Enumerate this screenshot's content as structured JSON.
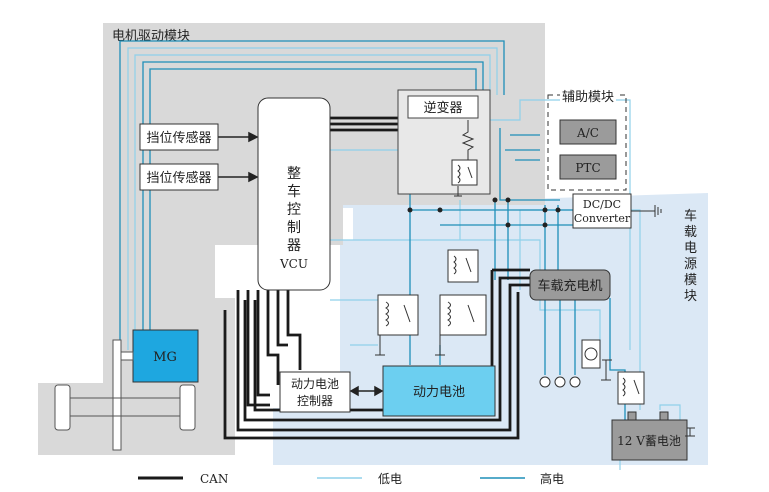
{
  "regions": {
    "motor_drive": "电机驱动模块",
    "aux": "辅助模块",
    "onboard_power": "车载电源模块"
  },
  "components": {
    "gear_sensor_1": "挡位传感器",
    "gear_sensor_2": "挡位传感器",
    "vcu_name": "整车控制器",
    "vcu_abbr": "VCU",
    "inverter": "逆变器",
    "ac": "A/C",
    "ptc": "PTC",
    "dcdc_line1": "DC/DC",
    "dcdc_line2": "Converter",
    "charger": "车载充电机",
    "mg": "MG",
    "bms_line1": "动力电池",
    "bms_line2": "控制器",
    "battery": "动力电池",
    "battery_12v": "12 V蓄电池"
  },
  "legend": [
    {
      "label": "CAN",
      "color": "#1a1a1a"
    },
    {
      "label": "低电",
      "color": "#8fd0ea"
    },
    {
      "label": "高电",
      "color": "#1f8fb8"
    }
  ],
  "colors": {
    "motor_region": "#d9d9d9",
    "power_region": "#dbe8f5",
    "mg_fill": "#1ea7e0",
    "battery_fill": "#6ccff0",
    "module_fill": "#9b9b9b",
    "can": "#1a1a1a",
    "low": "#8fd0ea",
    "high": "#1f8fb8"
  }
}
